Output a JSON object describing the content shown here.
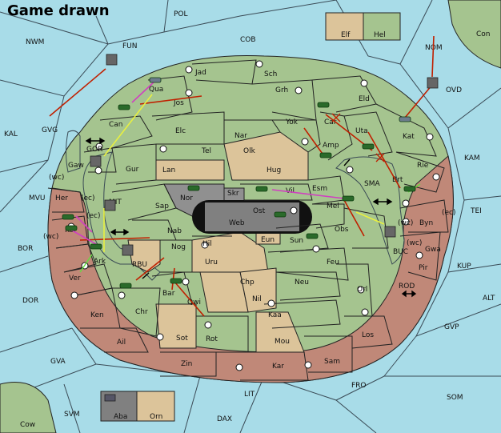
{
  "title": "Game drawn",
  "colors": {
    "sea": "#a8dce8",
    "green_land": "#a5c48f",
    "pink_land": "#c08878",
    "tan_land": "#dcc49a",
    "grey_land": "#909090",
    "move_order": "#c02000",
    "support_order": "#e8f040",
    "convoy_order": "#d040c0",
    "unit_dark": "#2a6a2a"
  },
  "regions": {
    "pol": "POL",
    "cob": "COB",
    "nwm": "NWM",
    "fun": "FUN",
    "nom": "NOM",
    "ovd": "OVD",
    "con": "Con",
    "kal": "KAL",
    "gvg": "GVG",
    "kam": "KAM",
    "mvu": "MVU",
    "tei": "TEI",
    "bor": "BOR",
    "kup": "KUP",
    "dor": "DOR",
    "alt": "ALT",
    "gvp": "GVP",
    "gva": "GVA",
    "fro": "FRO",
    "som": "SOM",
    "lit": "LIT",
    "svm": "SVM",
    "dax": "DAX",
    "cow": "Cow",
    "sma": "SMA",
    "mit": "MIT",
    "rbu": "RBU",
    "gor": "GOR",
    "buc": "BUC",
    "rod": "ROD",
    "elf": "Elf",
    "hel": "Hel",
    "aba": "Aba",
    "orn": "Orn",
    "jad": "Jad",
    "sch": "Sch",
    "qua": "Qua",
    "jos": "Jos",
    "grh": "Grh",
    "eld": "Eld",
    "can": "Can",
    "elc": "Elc",
    "nar": "Nar",
    "yok": "Yok",
    "car": "Car",
    "uta": "Uta",
    "kat": "Kat",
    "tel": "Tel",
    "olk": "Olk",
    "amp": "Amp",
    "gaw": "Gaw",
    "gur": "Gur",
    "lan": "Lan",
    "hug": "Hug",
    "rie": "Rie",
    "brt": "Brt",
    "her": "Her",
    "nor": "Nor",
    "skr": "Skr",
    "vil": "Vil",
    "esm": "Esm",
    "sap": "Sap",
    "ost": "Ost",
    "web": "Web",
    "mel": "Mel",
    "byn": "Byn",
    "kor": "Kor",
    "nab": "Nab",
    "eun": "Eun",
    "obs": "Obs",
    "gwa": "Gwa",
    "hil": "Hil",
    "sun": "Sun",
    "ark": "Ark",
    "nog": "Nog",
    "uru": "Uru",
    "feu": "Feu",
    "pir": "Pir",
    "ver": "Ver",
    "chp": "Chp",
    "neu": "Neu",
    "orl": "Orl",
    "bar": "Bar",
    "qwi": "Qwi",
    "nil": "Nil",
    "chr": "Chr",
    "ken": "Ken",
    "kaa": "Kaa",
    "sot": "Sot",
    "rot": "Rot",
    "los": "Los",
    "ail": "Ail",
    "mou": "Mou",
    "zin": "Zin",
    "kar": "Kar",
    "sam": "Sam"
  },
  "coast_tags": {
    "wc": "(wc)",
    "ec": "(ec)"
  }
}
